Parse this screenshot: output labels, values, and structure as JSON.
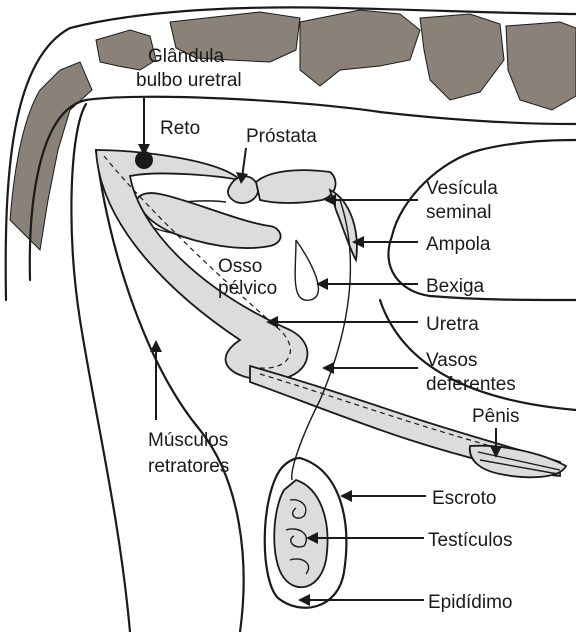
{
  "labels": {
    "glandula_line1": "Glândula",
    "glandula_line2": "bulbo uretral",
    "reto": "Reto",
    "prostata": "Próstata",
    "vesicula_line1": "Vesícula",
    "vesicula_line2": "seminal",
    "ampola": "Ampola",
    "osso_line1": "Osso",
    "osso_line2": "pélvico",
    "bexiga": "Bexiga",
    "uretra": "Uretra",
    "vasos_line1": "Vasos",
    "vasos_line2": "deferentes",
    "penis": "Pênis",
    "musculos_line1": "Músculos",
    "musculos_line2": "retratores",
    "escroto": "Escroto",
    "testiculos": "Testículos",
    "epididimo": "Epidídimo"
  },
  "colors": {
    "line": "#1a1a1a",
    "vertebra": "#8a8178",
    "organ_fill": "#dcdcdc",
    "background": "#ffffff"
  }
}
